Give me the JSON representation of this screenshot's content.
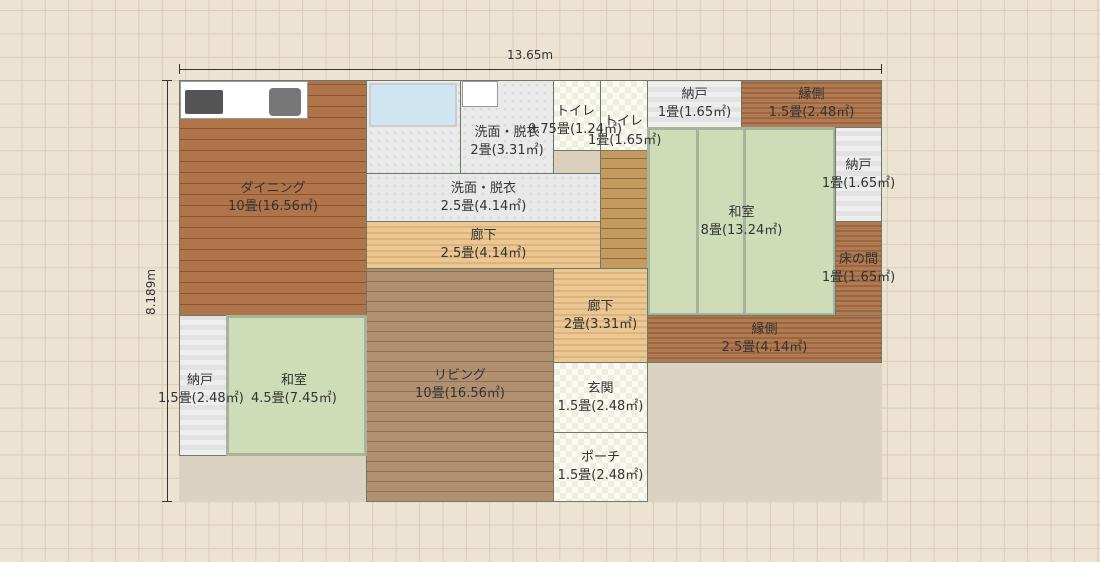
{
  "dimensions": {
    "width": "13.65m",
    "height": "8.189m"
  },
  "rooms": {
    "dining": {
      "name": "ダイニング",
      "size": "10畳(16.56㎡)"
    },
    "wash_small": {
      "name": "洗面・脱衣",
      "size": "2畳(3.31㎡)"
    },
    "toilet1": {
      "name": "トイレ",
      "size": "0.75畳(1.24㎡)"
    },
    "toilet2": {
      "name": "トイレ",
      "size": "1畳(1.65㎡)"
    },
    "storage_top": {
      "name": "納戸",
      "size": "1畳(1.65㎡)"
    },
    "veranda_top": {
      "name": "縁側",
      "size": "1.5畳(2.48㎡)"
    },
    "washroom": {
      "name": "洗面・脱衣",
      "size": "2.5畳(4.14㎡)"
    },
    "hall1": {
      "name": "廊下",
      "size": "2.5畳(4.14㎡)"
    },
    "washitsu8": {
      "name": "和室",
      "size": "8畳(13.24㎡)"
    },
    "storage_right": {
      "name": "納戸",
      "size": "1畳(1.65㎡)"
    },
    "tokonoma": {
      "name": "床の間",
      "size": "1畳(1.65㎡)"
    },
    "veranda_bottom": {
      "name": "縁側",
      "size": "2.5畳(4.14㎡)"
    },
    "hall2": {
      "name": "廊下",
      "size": "2畳(3.31㎡)"
    },
    "living": {
      "name": "リビング",
      "size": "10畳(16.56㎡)"
    },
    "entrance": {
      "name": "玄関",
      "size": "1.5畳(2.48㎡)"
    },
    "porch": {
      "name": "ポーチ",
      "size": "1.5畳(2.48㎡)"
    },
    "storage_left": {
      "name": "納戸",
      "size": "1.5畳(2.48㎡)"
    },
    "washitsu45": {
      "name": "和室",
      "size": "4.5畳(7.45㎡)"
    }
  }
}
